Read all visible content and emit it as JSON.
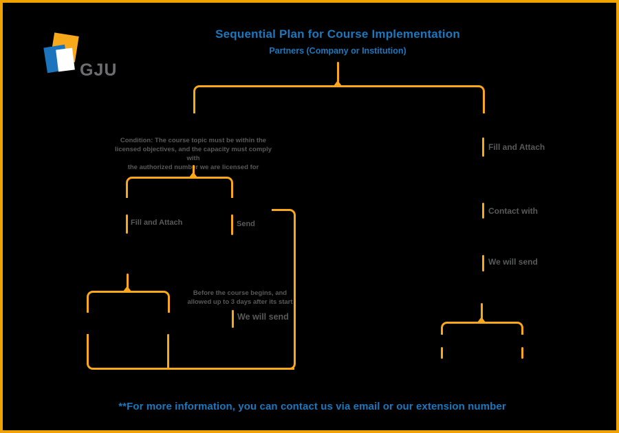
{
  "colors": {
    "bg": "#000000",
    "border": "#F0A202",
    "line": "#F9A81C",
    "blue": "#1B78BE",
    "gray": "#58595B",
    "logo_orange": "#F7A81B",
    "logo_blue": "#1C75BC",
    "logo_white": "#FFFFFF",
    "logo_gray": "#6C6D70"
  },
  "logo": {
    "text": "GJU"
  },
  "header": {
    "title": "Sequential Plan for Course Implementation",
    "subtitle": "Partners (Company or Institution)"
  },
  "flow": {
    "condition_lines": [
      "Condition: The course topic must be within the",
      "licensed objectives, and the capacity must comply with",
      "the authorized number we are licensed for"
    ],
    "left": {
      "fill_and_attach": "Fill and Attach",
      "send": "Send",
      "before_lines": [
        "Before the course begins, and",
        "allowed up to 3 days after its start"
      ],
      "we_will_send": "We will send"
    },
    "right": {
      "fill_and_attach": "Fill and Attach",
      "contact_with": "Contact with",
      "we_will_send": "We will send"
    }
  },
  "footer": {
    "note": "**For more information, you can contact us via email or our extension number"
  }
}
